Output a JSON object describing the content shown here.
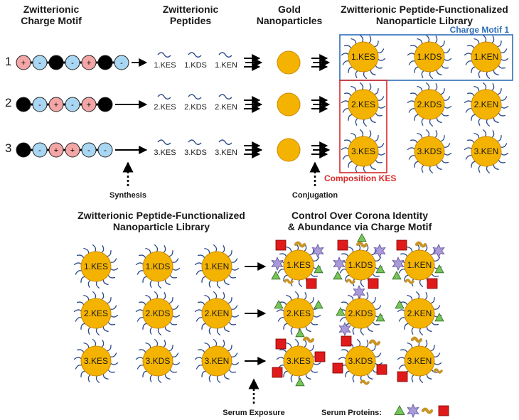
{
  "headers": {
    "charge_motif": [
      "Zwitterionic",
      "Charge Motif"
    ],
    "peptides": [
      "Zwitterionic",
      "Peptides"
    ],
    "gold": [
      "Gold",
      "Nanoparticles"
    ],
    "library_top": [
      "Zwitterionic Peptide-Functionalized",
      "Nanoparticle Library"
    ],
    "library_bottom": [
      "Zwitterionic Peptide-Functionalized",
      "Nanoparticle Library"
    ],
    "control": [
      "Control Over Corona Identity",
      "& Abundance via Charge Motif"
    ]
  },
  "row_numbers": [
    "1",
    "2",
    "3"
  ],
  "motifs": [
    [
      "+",
      "-",
      "",
      "-",
      "+",
      "",
      "-"
    ],
    [
      "",
      "-",
      "+",
      "-",
      "+",
      ""
    ],
    [
      "",
      "-",
      "+",
      "+",
      "-",
      "-"
    ]
  ],
  "peptide_labels": [
    [
      "1.KES",
      "1.KDS",
      "1.KEN"
    ],
    [
      "2.KES",
      "2.KDS",
      "2.KEN"
    ],
    [
      "3.KES",
      "3.KDS",
      "3.KEN"
    ]
  ],
  "np_labels": [
    [
      "1.KES",
      "1.KDS",
      "1.KEN"
    ],
    [
      "2.KES",
      "2.KDS",
      "2.KEN"
    ],
    [
      "3.KES",
      "3.KDS",
      "3.KEN"
    ]
  ],
  "charge_motif_box_label": "Charge Motif 1",
  "composition_box_label": "Composition KES",
  "synthesis_label": "Synthesis",
  "conjugation_label": "Conjugation",
  "serum_exposure_label": "Serum Exposure",
  "serum_proteins_label": "Serum Proteins:",
  "colors": {
    "positive": "#f4a6a6",
    "negative": "#a9d6f2",
    "neutral": "#000000",
    "gold": "#f5b301",
    "gold_edge": "#c98a00",
    "peptide": "#2b4a8a",
    "blue_box": "#2f6db5",
    "red_box": "#d62a2a",
    "triangle": "#77c45a",
    "star": "#a99ad8",
    "worm": "#c99426",
    "square": "#e01a1a"
  },
  "legend_icons": [
    "triangle-icon",
    "star-icon",
    "worm-icon",
    "square-icon"
  ]
}
